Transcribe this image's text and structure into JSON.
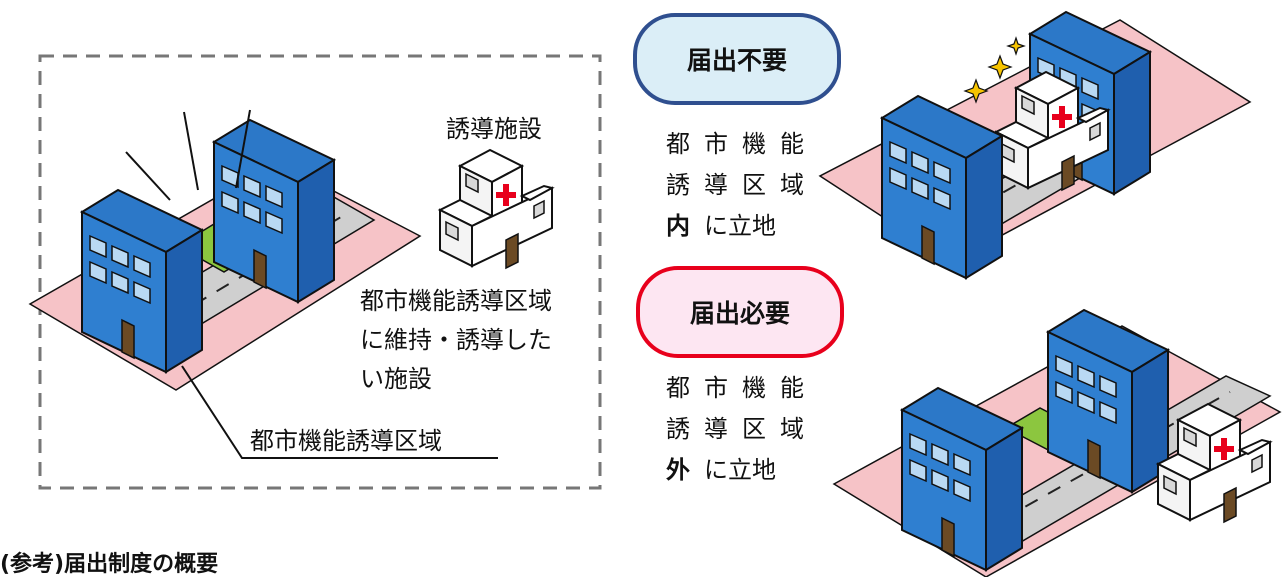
{
  "left_panel": {
    "facility_title": "誘導施設",
    "facility_desc_lines": [
      "都市機能誘導区域",
      "に維持・誘導した",
      "い施設"
    ],
    "zone_label": "都市機能誘導区域"
  },
  "cases": [
    {
      "badge": "届出不要",
      "badge_border": "#2f4f8f",
      "badge_fill": "#dbeef7",
      "desc_lines": [
        "都市機能",
        "誘導区域"
      ],
      "desc_emph": "内",
      "desc_suffix": "に立地"
    },
    {
      "badge": "届出必要",
      "badge_border": "#e8001c",
      "badge_fill": "#fde6f2",
      "desc_lines": [
        "都市機能",
        "誘導区域"
      ],
      "desc_emph": "外",
      "desc_suffix": "に立地"
    }
  ],
  "colors": {
    "building_blue": "#2f7fd0",
    "zone_pink": "#f6c3c7",
    "road_gray": "#cfcfcf",
    "vacant_green": "#8cc63f",
    "cross_red": "#e8001c"
  },
  "icons": [
    "office-building-icon",
    "hospital-icon",
    "sparkle-icon"
  ],
  "cut_text": "(参考)届出制度の概要"
}
